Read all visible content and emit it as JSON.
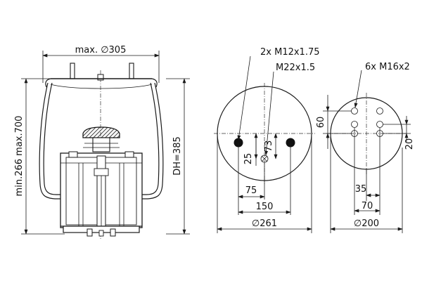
{
  "side_view": {
    "width_label": "max. ∅305",
    "height_label": "min.266 max.700",
    "design_height_label": "DH=385"
  },
  "top_plate_view": {
    "bolt_label": "2x M12x1.75",
    "air_fitting_label": "M22x1.5",
    "dim_25": "25",
    "dim_73": "73",
    "dim_75": "75",
    "dim_150": "150",
    "diameter_label": "∅261"
  },
  "bottom_plate_view": {
    "bolt_label": "6x M16x2",
    "dim_60": "60",
    "dim_20": "20",
    "dim_35": "35",
    "dim_70": "70",
    "diameter_label": "∅200"
  }
}
